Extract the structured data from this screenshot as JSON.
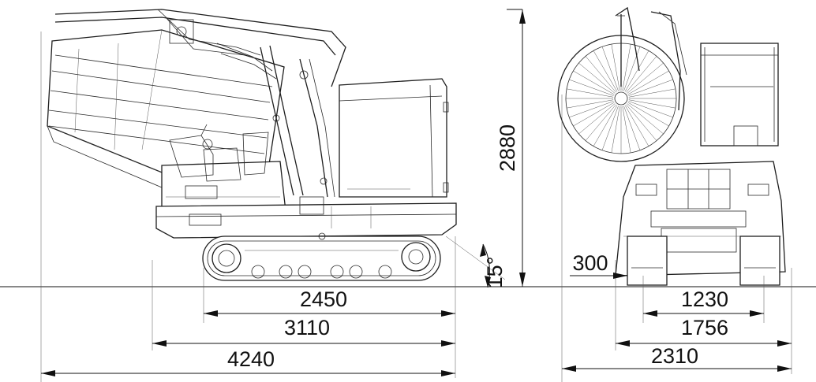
{
  "dimensions": {
    "side_view": {
      "height": "2880",
      "track_length": "2450",
      "machine_length": "3110",
      "overall_length": "4240",
      "angle": "15°"
    },
    "front_view": {
      "ground_clearance": "300",
      "track_gauge": "1230",
      "track_width": "1756",
      "overall_width": "2310"
    }
  },
  "colors": {
    "line": "#1e1e1e",
    "background": "#ffffff"
  }
}
